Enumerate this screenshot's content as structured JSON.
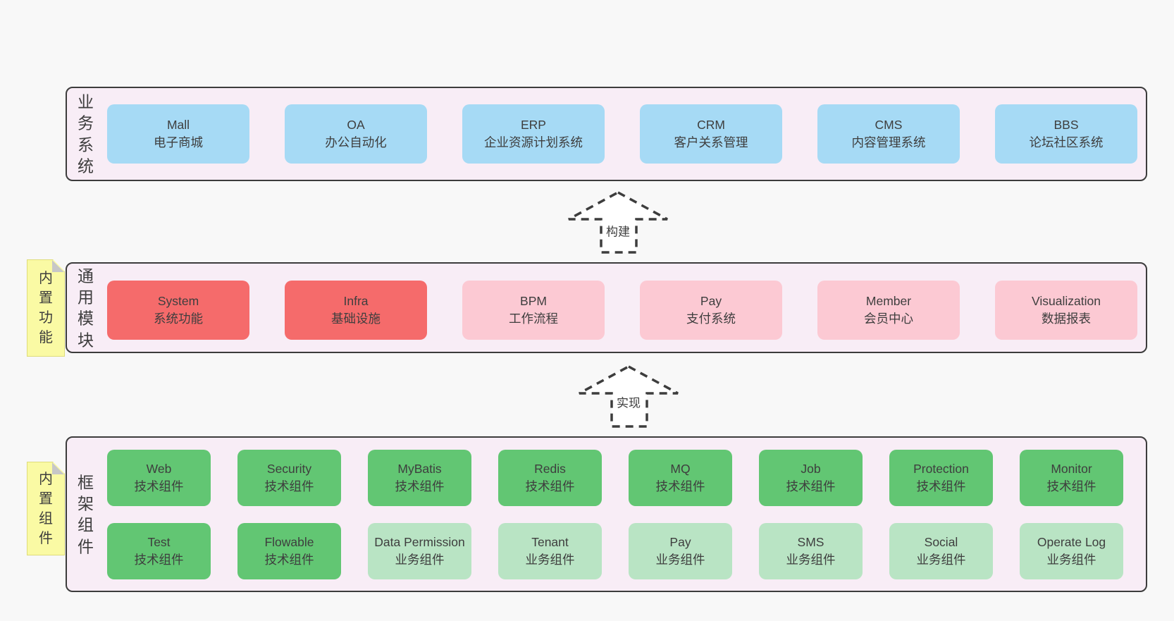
{
  "colors": {
    "blue": "#a6daf5",
    "red": "#f56b6b",
    "pink": "#fcc9d3",
    "green": "#62c673",
    "light_green": "#b9e4c4",
    "container_bg": "#f8edf6",
    "container_border": "#3c3c3c",
    "note_yellow": "#fafaa4",
    "note_fold": "#c7c7c7",
    "page_bg": "#f8f8f8",
    "text": "#3e3e3e"
  },
  "arrows": {
    "build": "构建",
    "implement": "实现"
  },
  "sections": {
    "business": {
      "label": "业务系统",
      "items": [
        {
          "title": "Mall",
          "subtitle": "电子商城"
        },
        {
          "title": "OA",
          "subtitle": "办公自动化"
        },
        {
          "title": "ERP",
          "subtitle": "企业资源计划系统"
        },
        {
          "title": "CRM",
          "subtitle": "客户关系管理"
        },
        {
          "title": "CMS",
          "subtitle": "内容管理系统"
        },
        {
          "title": "BBS",
          "subtitle": "论坛社区系统"
        }
      ]
    },
    "modules": {
      "label": "通用模块",
      "note": "内置功能",
      "items": [
        {
          "title": "System",
          "subtitle": "系统功能"
        },
        {
          "title": "Infra",
          "subtitle": "基础设施"
        },
        {
          "title": "BPM",
          "subtitle": "工作流程"
        },
        {
          "title": "Pay",
          "subtitle": "支付系统"
        },
        {
          "title": "Member",
          "subtitle": "会员中心"
        },
        {
          "title": "Visualization",
          "subtitle": "数据报表"
        }
      ]
    },
    "framework": {
      "label": "框架组件",
      "note": "内置组件",
      "rows": [
        [
          {
            "title": "Web",
            "subtitle": "技术组件"
          },
          {
            "title": "Security",
            "subtitle": "技术组件"
          },
          {
            "title": "MyBatis",
            "subtitle": "技术组件"
          },
          {
            "title": "Redis",
            "subtitle": "技术组件"
          },
          {
            "title": "MQ",
            "subtitle": "技术组件"
          },
          {
            "title": "Job",
            "subtitle": "技术组件"
          },
          {
            "title": "Protection",
            "subtitle": "技术组件"
          },
          {
            "title": "Monitor",
            "subtitle": "技术组件"
          }
        ],
        [
          {
            "title": "Test",
            "subtitle": "技术组件"
          },
          {
            "title": "Flowable",
            "subtitle": "技术组件"
          },
          {
            "title": "Data Permission",
            "subtitle": "业务组件"
          },
          {
            "title": "Tenant",
            "subtitle": "业务组件"
          },
          {
            "title": "Pay",
            "subtitle": "业务组件"
          },
          {
            "title": "SMS",
            "subtitle": "业务组件"
          },
          {
            "title": "Social",
            "subtitle": "业务组件"
          },
          {
            "title": "Operate Log",
            "subtitle": "业务组件"
          }
        ]
      ]
    }
  }
}
